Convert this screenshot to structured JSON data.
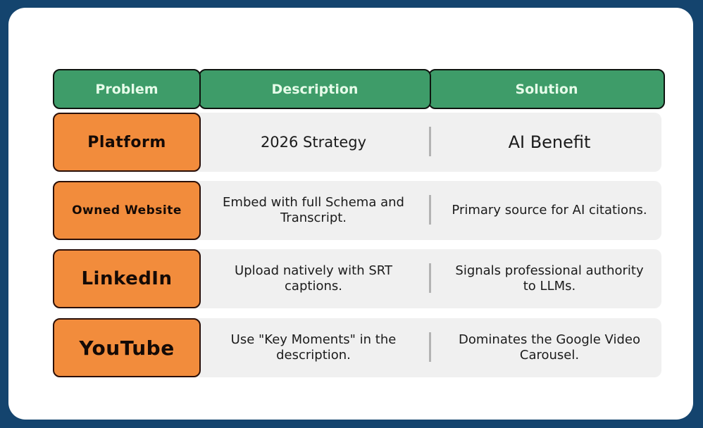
{
  "colors": {
    "page_background": "#14446e",
    "card_background": "#ffffff",
    "header_fill": "#3e9c69",
    "header_text": "#e6fbe9",
    "platform_fill": "#f28c3c",
    "row_fill": "#f0f0f0",
    "divider": "#b3b3b3"
  },
  "header": {
    "problem": "Problem",
    "description": "Description",
    "solution": "Solution"
  },
  "rows": [
    {
      "platform": "Platform",
      "description": "2026 Strategy",
      "solution": "AI Benefit"
    },
    {
      "platform": "Owned Website",
      "description": "Embed with full Schema and Transcript.",
      "solution": "Primary source for AI citations."
    },
    {
      "platform": "LinkedIn",
      "description": "Upload natively with SRT captions.",
      "solution": "Signals professional authority to LLMs."
    },
    {
      "platform": "YouTube",
      "description": "Use \"Key Moments\" in the description.",
      "solution": "Dominates the Google Video Carousel."
    }
  ]
}
